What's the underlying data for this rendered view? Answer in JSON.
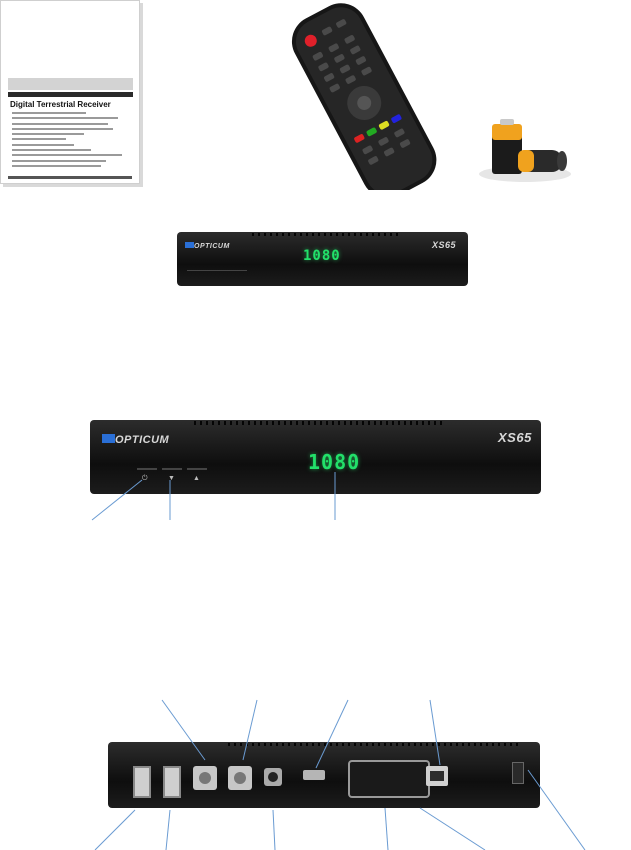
{
  "manual": {
    "title": "Digital Terrestrial Receiver"
  },
  "front_panel": {
    "display_value": "1080",
    "brand": "OPTICUM",
    "model": "XS65"
  }
}
